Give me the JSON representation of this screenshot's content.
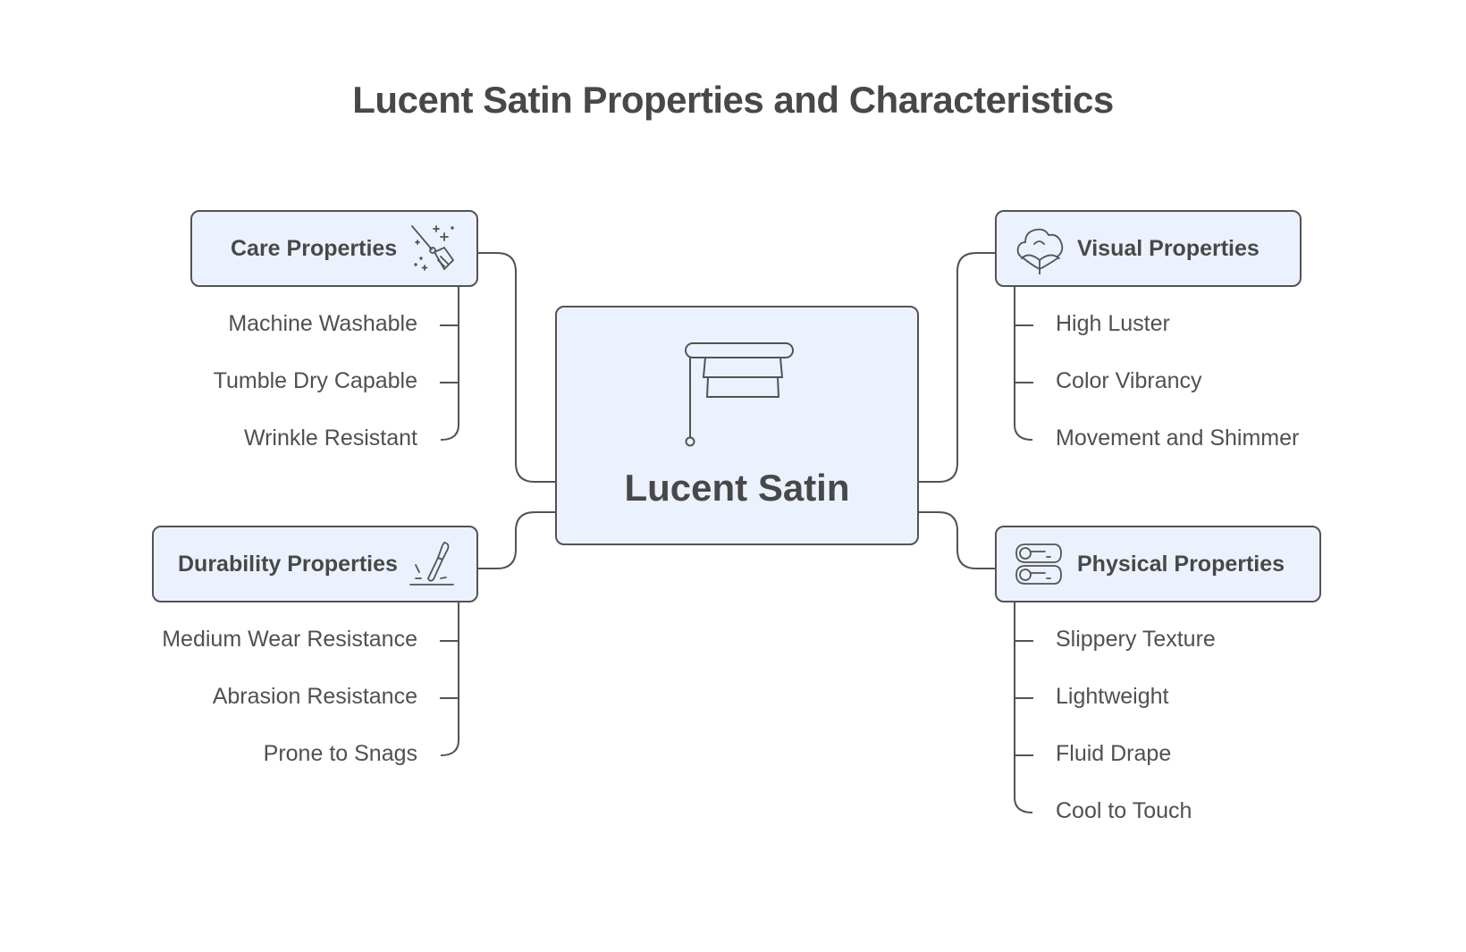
{
  "title": "Lucent Satin Properties and Characteristics",
  "center": {
    "label": "Lucent Satin",
    "icon": "window-blind-icon"
  },
  "branches": {
    "care": {
      "label": "Care Properties",
      "icon": "broom-sparkle-icon",
      "items": [
        "Machine Washable",
        "Tumble Dry Capable",
        "Wrinkle Resistant"
      ]
    },
    "durability": {
      "label": "Durability Properties",
      "icon": "knife-cut-icon",
      "items": [
        "Medium Wear Resistance",
        "Abrasion Resistance",
        "Prone to Snags"
      ]
    },
    "visual": {
      "label": "Visual Properties",
      "icon": "cotton-flower-icon",
      "items": [
        "High Luster",
        "Color Vibrancy",
        "Movement and Shimmer"
      ]
    },
    "physical": {
      "label": "Physical Properties",
      "icon": "fabric-rolls-icon",
      "items": [
        "Slippery Texture",
        "Lightweight",
        "Fluid Drape",
        "Cool to Touch"
      ]
    }
  },
  "colors": {
    "box_fill": "#ecf2fd",
    "stroke": "#535353",
    "text": "#484848"
  }
}
